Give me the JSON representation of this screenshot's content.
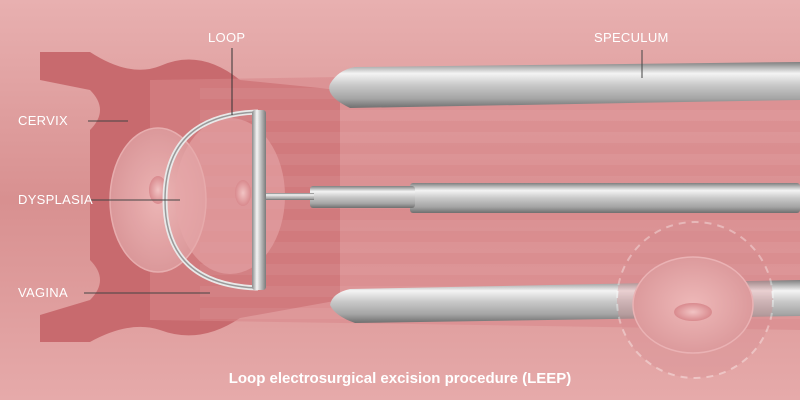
{
  "labels": {
    "loop": "LOOP",
    "speculum": "SPECULUM",
    "cervix": "CERVIX",
    "dysplasia": "DYSPLASIA",
    "vagina": "VAGINA"
  },
  "caption": "Loop electrosurgical excision procedure (LEEP)",
  "colors": {
    "background": "#d98e8e",
    "tissue": "#c86a6e",
    "tissue_light": "#e4a6a6",
    "steel_light": "#f2f2f2",
    "steel_dark": "#8c8c8c",
    "text": "#ffffff"
  }
}
